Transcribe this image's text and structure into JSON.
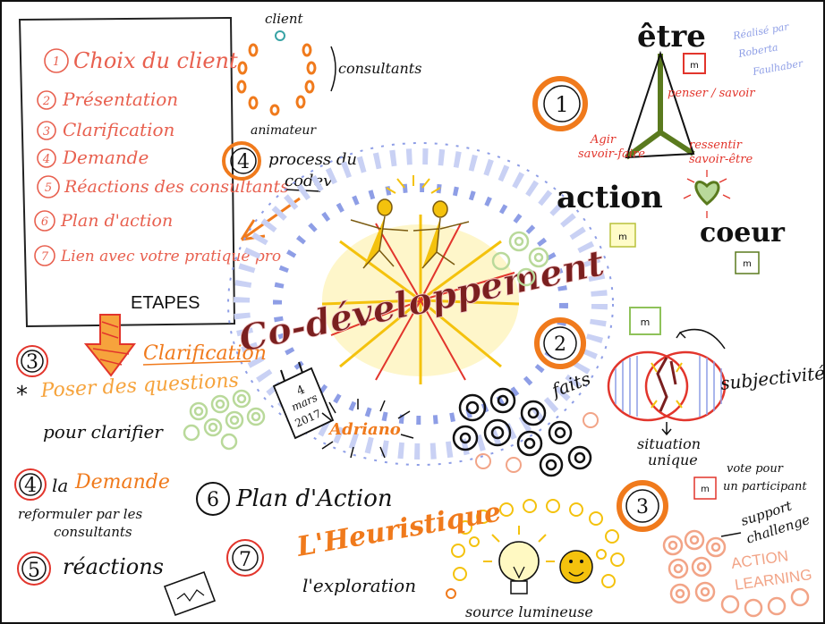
{
  "palette": {
    "ink": "#111111",
    "red": "#e2352c",
    "salmon": "#e8604f",
    "orange": "#f07a1c",
    "yellow": "#f4c20d",
    "green": "#5a7a1e",
    "lightgreen": "#b9d99a",
    "blue": "#8e9ee6",
    "maroon": "#7a1f1f",
    "peach": "#f2a487"
  },
  "steps_box": {
    "items": [
      "Choix du client",
      "Présentation",
      "Clarification",
      "Demande",
      "Réactions des consultants",
      "Plan d'action",
      "Lien avec votre pratique pro"
    ],
    "footer": "ETAPES"
  },
  "circle_diagram": {
    "client_label": "client",
    "consultants_label": "consultants",
    "animator_label": "animateur"
  },
  "process": {
    "number": "4",
    "label_line1": "process du",
    "label_line2": "codev"
  },
  "center": {
    "title": "Co-développement"
  },
  "calendar": {
    "line1": "4",
    "line2": "mars",
    "line3": "2017"
  },
  "adriano": "Adriano",
  "triangle": {
    "top": "être",
    "left": "action",
    "right": "coeur",
    "top_axis": "penser / savoir",
    "left_axis_1": "Agir",
    "left_axis_2": "savoir-faire",
    "right_axis_1": "ressentir",
    "right_axis_2": "savoir-être",
    "credit_1": "Réalisé par",
    "credit_2": "Roberta",
    "credit_3": "Faulhaber",
    "sticky_mark": "m"
  },
  "numbers_right": {
    "one": "1",
    "two": "2",
    "three": "3"
  },
  "faits": "faits",
  "subjectivite": "subjectivité",
  "situation_1": "situation",
  "situation_2": "unique",
  "vote_1": "vote pour",
  "vote_2": "un participant",
  "support_1": "support",
  "support_2": "challenge",
  "action_learning_1": "ACTION",
  "action_learning_2": "LEARNING",
  "source": "source lumineuse",
  "left_lower": {
    "n3": "3",
    "clarification": "Clarification",
    "poser_star": "*",
    "poser": "Poser des questions",
    "pour": "pour clarifier",
    "n4": "4",
    "la": "la",
    "demande": "Demande",
    "reformuler_1": "reformuler par les",
    "reformuler_2": "consultants",
    "n5": "5",
    "reactions": "réactions",
    "n6": "6",
    "plan": "Plan d'Action",
    "n7": "7",
    "heuristique": "L'Heuristique",
    "exploration": "l'exploration"
  }
}
